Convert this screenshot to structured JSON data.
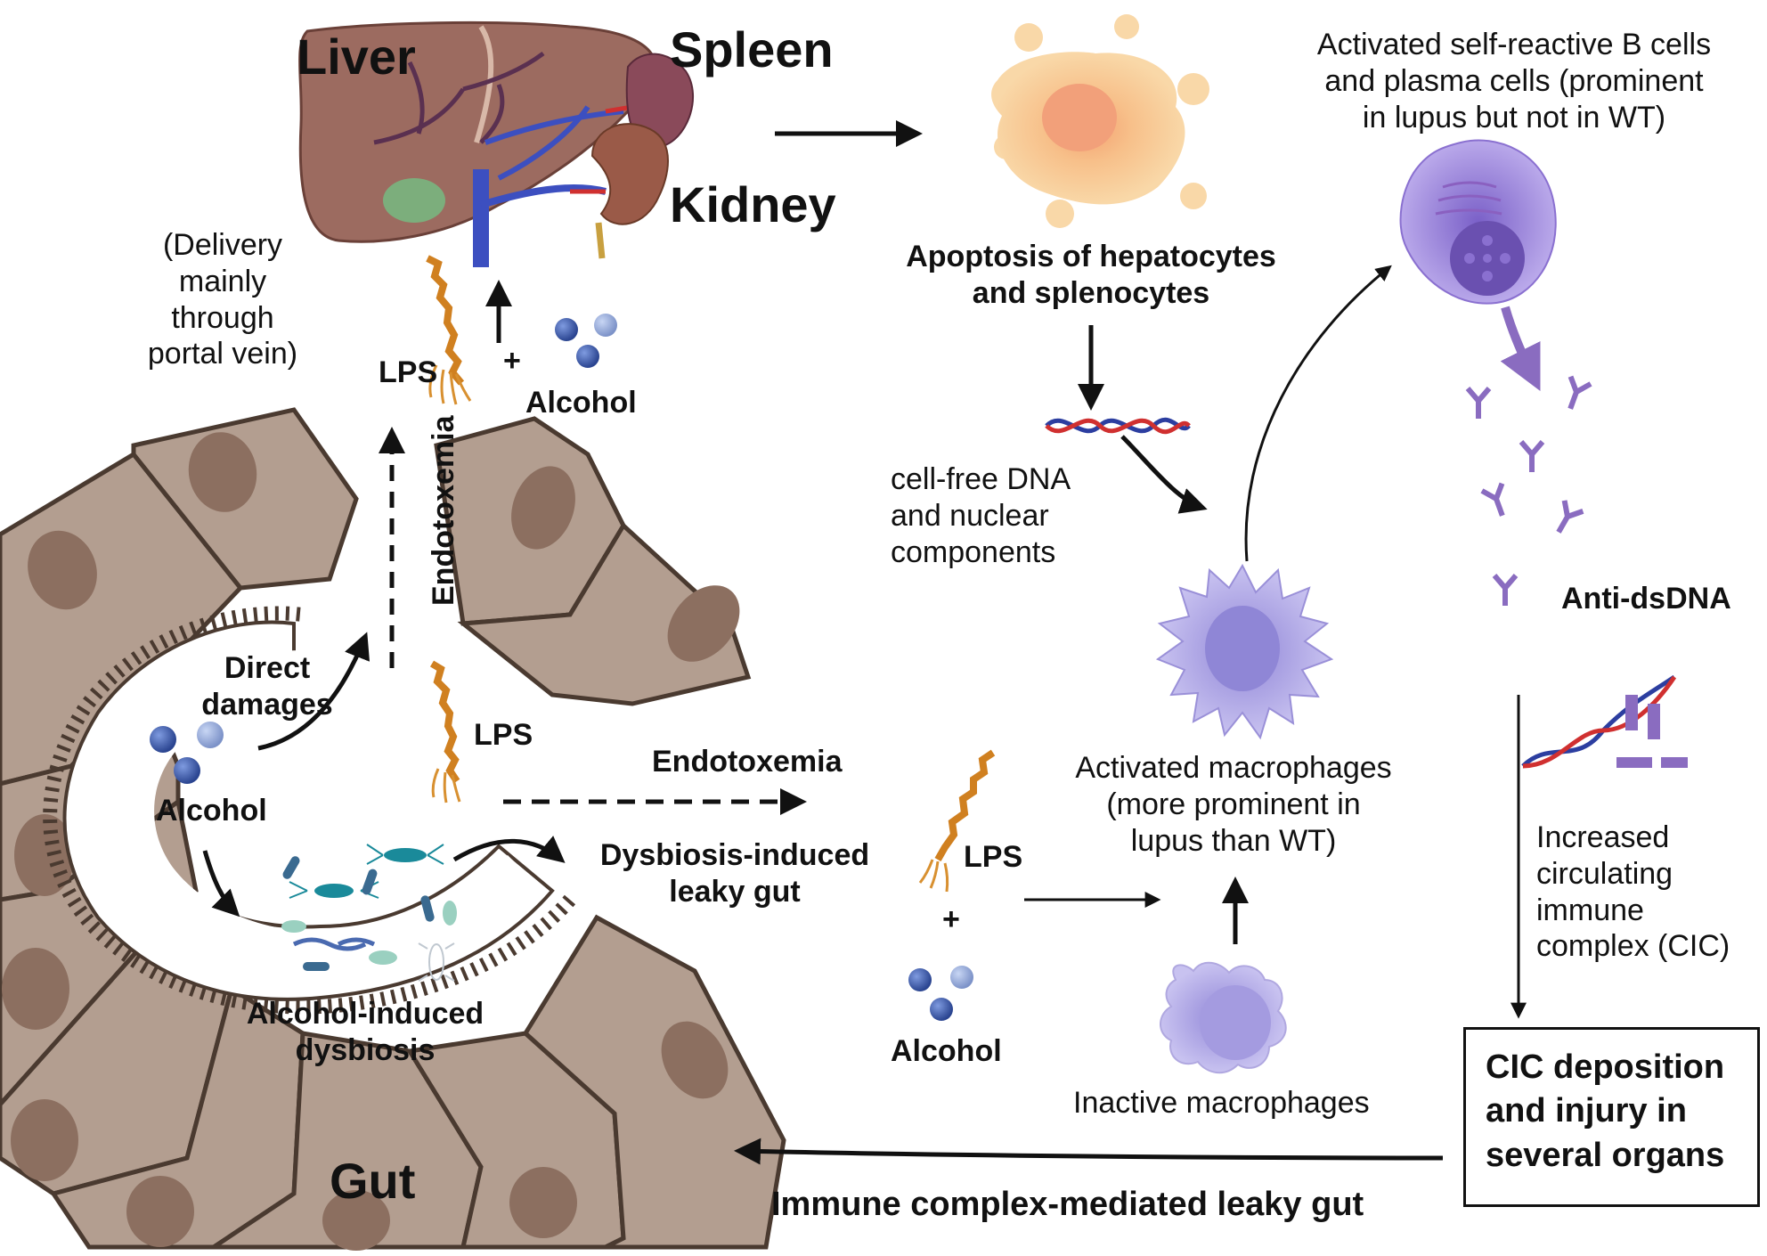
{
  "labels": {
    "liver": "Liver",
    "spleen": "Spleen",
    "kidney": "Kidney",
    "gut": "Gut",
    "delivery": [
      "(Delivery",
      "mainly",
      "through",
      "portal vein)"
    ],
    "lps_top": "LPS",
    "plus_top": "+",
    "alcohol_top": "Alcohol",
    "endotoxemia_vertical": "Endotoxemia",
    "direct_damages": [
      "Direct",
      "damages"
    ],
    "alcohol_left": "Alcohol",
    "lps_center": "LPS",
    "alcohol_induced_dysbiosis": [
      "Alcohol-induced",
      "dysbiosis"
    ],
    "endotoxemia_horizontal": "Endotoxemia",
    "dysbiosis_leaky_gut": [
      "Dysbiosis-induced",
      "leaky gut"
    ],
    "lps_mid": "LPS",
    "plus_mid": "+",
    "alcohol_mid": "Alcohol",
    "apoptosis": [
      "Apoptosis of hepatocytes",
      "and splenocytes"
    ],
    "cell_free_dna": [
      "cell-free DNA",
      "and nuclear",
      "components"
    ],
    "activated_macrophages": [
      "Activated macrophages",
      "(more prominent in",
      "lupus than WT)"
    ],
    "inactive_macrophages": "Inactive macrophages",
    "b_cells": [
      "Activated self-reactive B cells",
      "and plasma cells (prominent",
      "in lupus but not in WT)"
    ],
    "anti_dsdna": "Anti-dsDNA",
    "cic_increase": [
      "Increased",
      "circulating",
      "immune",
      "complex (CIC)"
    ],
    "cic_deposition": [
      "CIC deposition",
      "and injury in",
      "several organs"
    ],
    "immune_leaky_gut": "Immune complex-mediated leaky gut"
  },
  "colors": {
    "gut_cell": "#b39e90",
    "gut_cell_edge": "#4a3a30",
    "nucleus": "#8c6f60",
    "liver": "#9c6b60",
    "kidney": "#9a5a48",
    "spleen": "#8a4a5a",
    "vessel_blue": "#3c4fc0",
    "apoptotic": "#f6c895",
    "macrophage": "#b8b0e8",
    "plasma_cell": "#a08ae0",
    "antibody": "#8a6cc0",
    "lps_orange": "#f0a020",
    "alcohol_blue": "#3a5ab0"
  }
}
